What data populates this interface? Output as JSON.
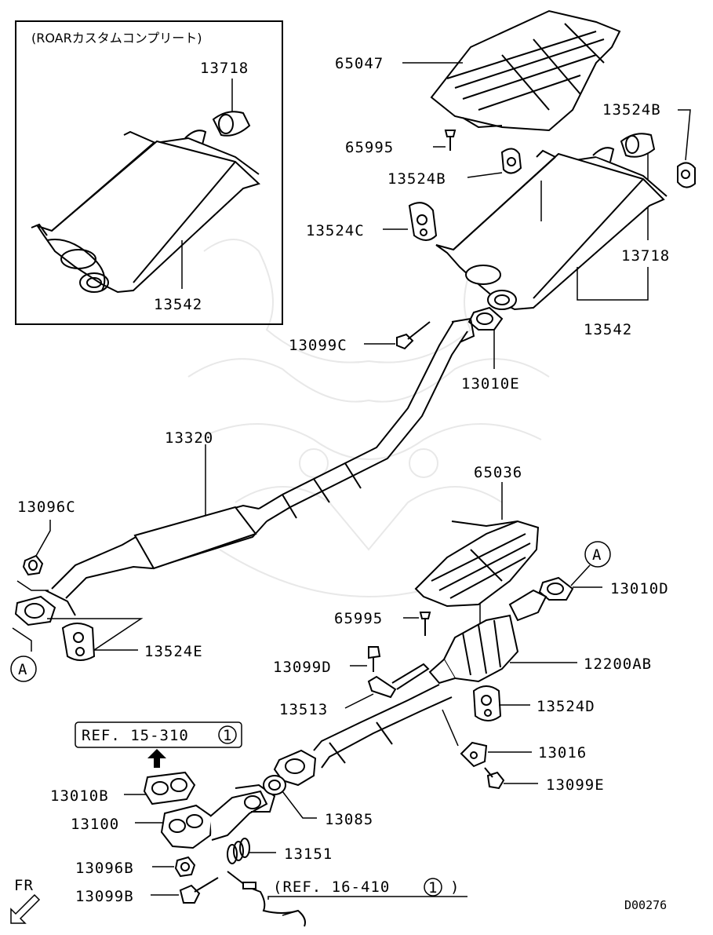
{
  "labels": {
    "roar_title": "(ROARカスタムコンプリート)",
    "inset_13718": "13718",
    "inset_13542": "13542",
    "p65047": "65047",
    "p65995_top": "65995",
    "p13524B_left": "13524B",
    "p13524B_right": "13524B",
    "p13524C": "13524C",
    "p13718": "13718",
    "p13542": "13542",
    "p13099C": "13099C",
    "p13010E": "13010E",
    "p13320": "13320",
    "p13096C": "13096C",
    "p65036": "65036",
    "callout_a_right": "A",
    "p13010D": "13010D",
    "callout_a_left": "A",
    "p65995_bottom": "65995",
    "p13524E": "13524E",
    "p13099D": "13099D",
    "p12200AB": "12200AB",
    "p13513": "13513",
    "p13524D": "13524D",
    "ref_15_text": "REF. 15-310",
    "ref_15_num": "1",
    "p13016": "13016",
    "p13099E": "13099E",
    "p13010B": "13010B",
    "p13085": "13085",
    "p13100": "13100",
    "p13151": "13151",
    "p13096B": "13096B",
    "fr": "FR",
    "ref_16_text": "(REF. 16-410",
    "ref_16_num": "1",
    "ref_16_close": ")",
    "p13099B": "13099B",
    "diagram_id": "D00276"
  }
}
